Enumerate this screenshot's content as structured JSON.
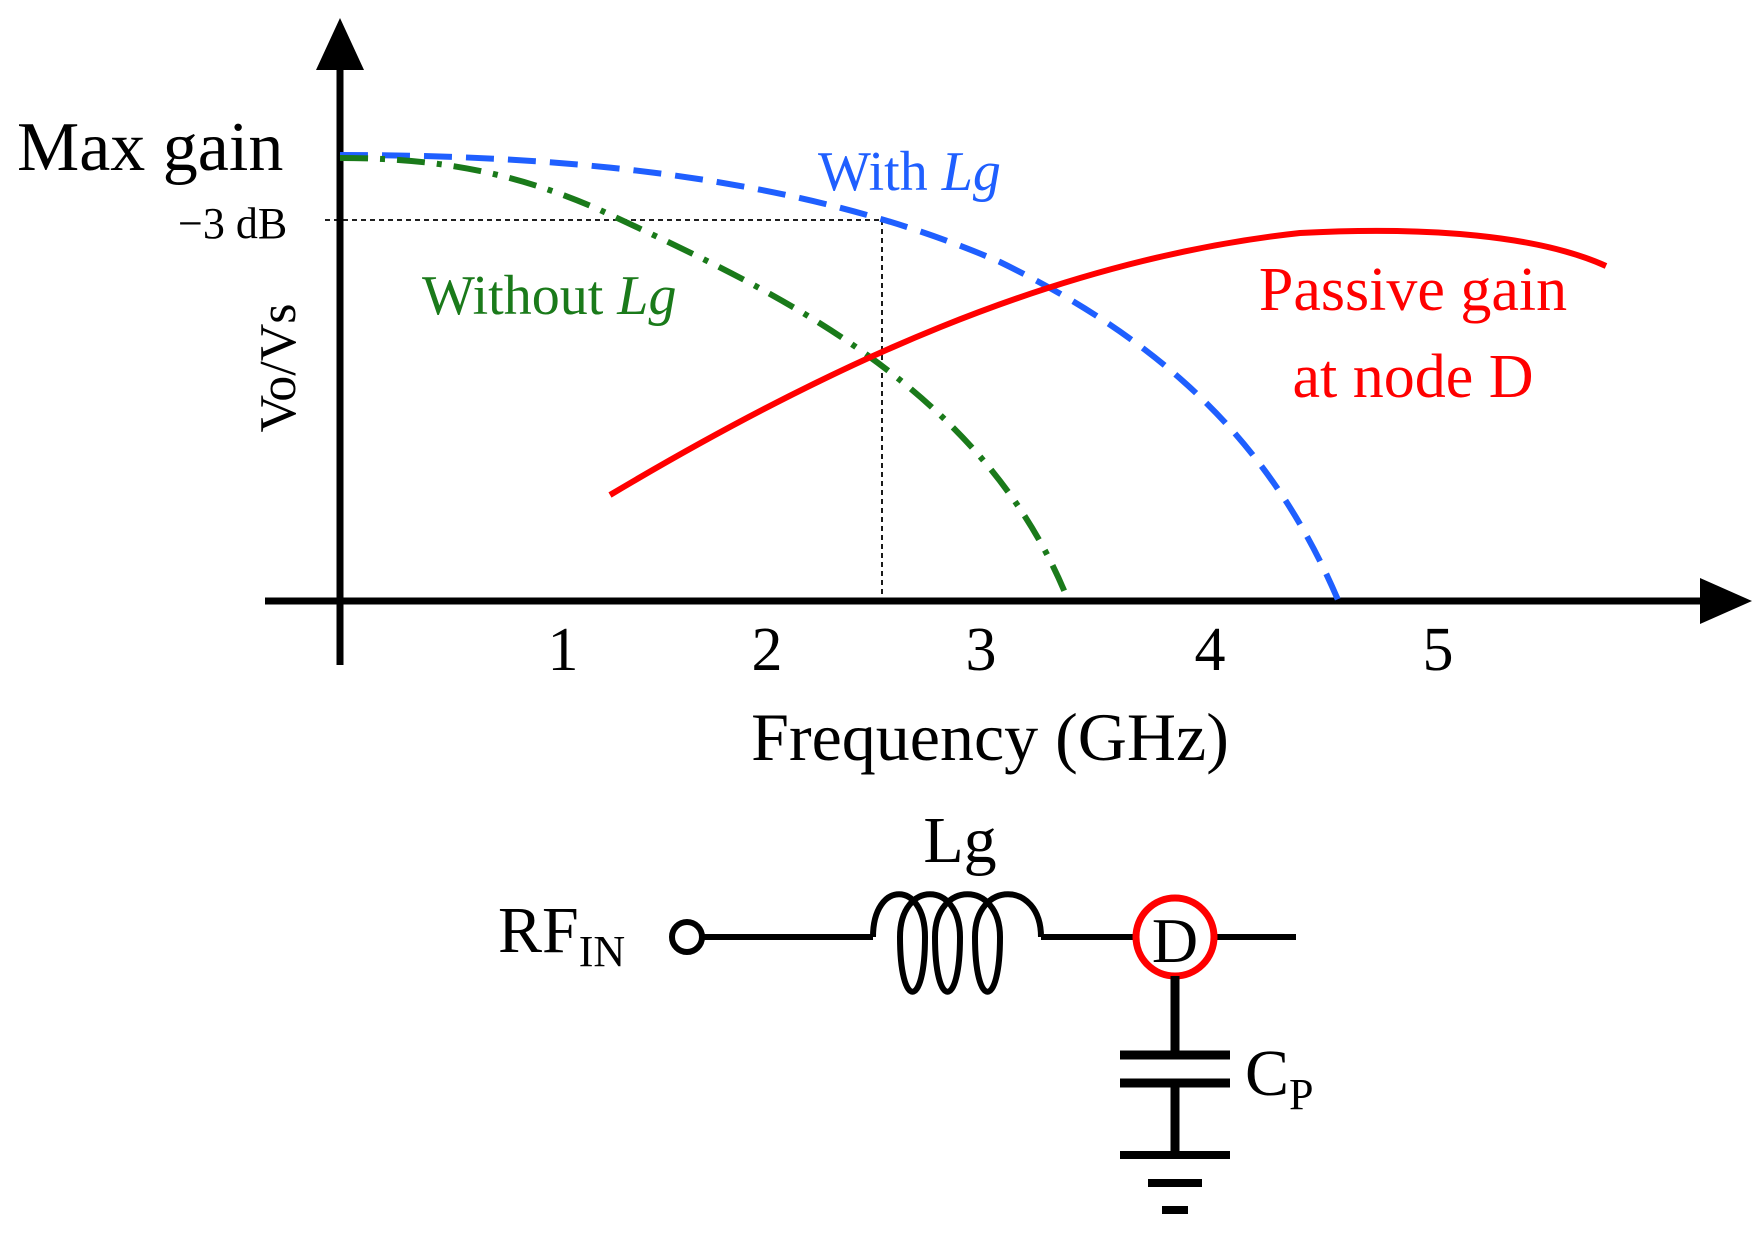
{
  "labels": {
    "max_gain": "Max gain",
    "minus3db": "−3 dB",
    "ylabel": "Vo/Vs",
    "xlabel": "Frequency (GHz)",
    "with_prefix": "With ",
    "with_ital": "Lg",
    "without_prefix": "Without ",
    "without_ital": "Lg",
    "passive_line1": "Passive gain",
    "passive_line2": "at node D"
  },
  "x_ticks": [
    "1",
    "2",
    "3",
    "4",
    "5"
  ],
  "colors": {
    "with_lg": "#1f5fff",
    "without_lg": "#1a7a1a",
    "passive": "#ff0000",
    "axis": "#000000"
  },
  "circuit": {
    "rf_main": "RF",
    "rf_sub": "IN",
    "inductor": "Lg",
    "node": "D",
    "cap_main": "C",
    "cap_sub": "P"
  }
}
